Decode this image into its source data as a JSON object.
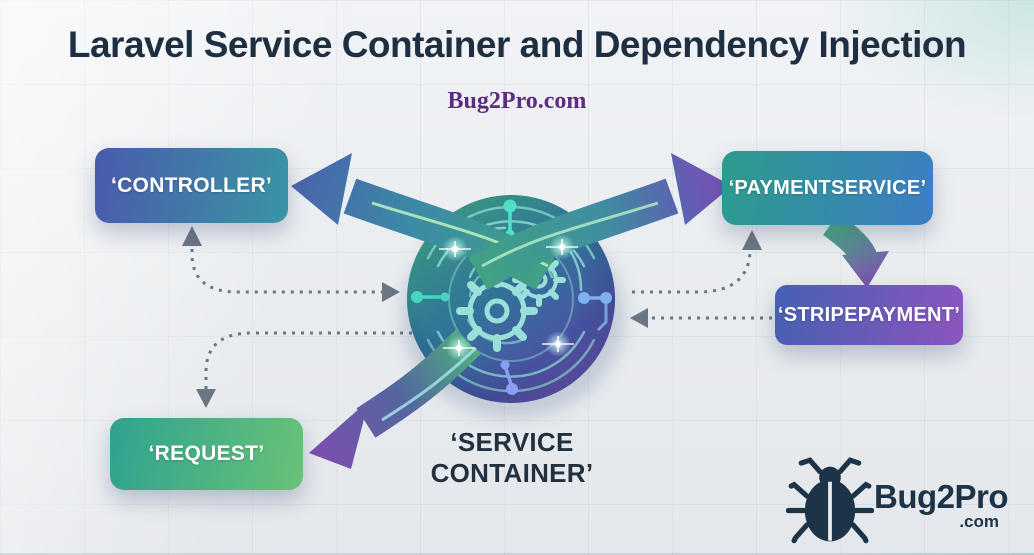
{
  "header": {
    "title": "Laravel Service Container and Dependency Injection",
    "subtitle": "Bug2Pro.com"
  },
  "nodes": {
    "controller": {
      "label": "‘CONTROLLER’",
      "gradient": {
        "from": "#4a5bad",
        "to": "#3a95a4"
      }
    },
    "payment_service": {
      "label": "‘PAYMENTSERVICE’",
      "gradient": {
        "from": "#2d9b8d",
        "to": "#3d7ec4"
      }
    },
    "stripe_payment": {
      "label": "‘STRIPEPAYMENT’",
      "gradient": {
        "from": "#4660b3",
        "to": "#8b55be"
      }
    },
    "request": {
      "label": "‘REQUEST’",
      "gradient": {
        "from": "#2fa28f",
        "to": "#68c277"
      }
    },
    "service_container": {
      "label_line1": "‘SERVICE",
      "label_line2": "CONTAINER’"
    }
  },
  "edges": [
    {
      "from": "service_container",
      "to": "controller",
      "type": "thick-arrow"
    },
    {
      "from": "service_container",
      "to": "payment_service",
      "type": "thick-arrow"
    },
    {
      "from": "service_container",
      "to": "request",
      "type": "thick-arrow"
    },
    {
      "from": "payment_service",
      "to": "stripe_payment",
      "type": "thick-arrow"
    },
    {
      "from": "controller",
      "to": "service_container",
      "type": "dashed-arrow",
      "heads": "both"
    },
    {
      "from": "service_container",
      "to": "request",
      "type": "dashed-arrow"
    },
    {
      "from": "service_container",
      "to": "payment_service",
      "type": "dashed-arrow"
    },
    {
      "from": "stripe_payment",
      "to": "service_container",
      "type": "dashed-arrow"
    }
  ],
  "logo": {
    "name": "Bug2Pro",
    "tld": ".com"
  },
  "colors": {
    "title_text": "#1f2f42",
    "subtitle_text": "#5e2c82",
    "canvas": "#eaedf0",
    "dashed_connector": "#6b7683",
    "circle_gradient": [
      "#3a9a7e",
      "#2f7598",
      "#4b55a5",
      "#7e58b8"
    ],
    "arrow_green": "#41a184",
    "arrow_blue": "#4a66ad",
    "arrow_purple": "#8050b8",
    "logo_navy": "#1d3448"
  }
}
